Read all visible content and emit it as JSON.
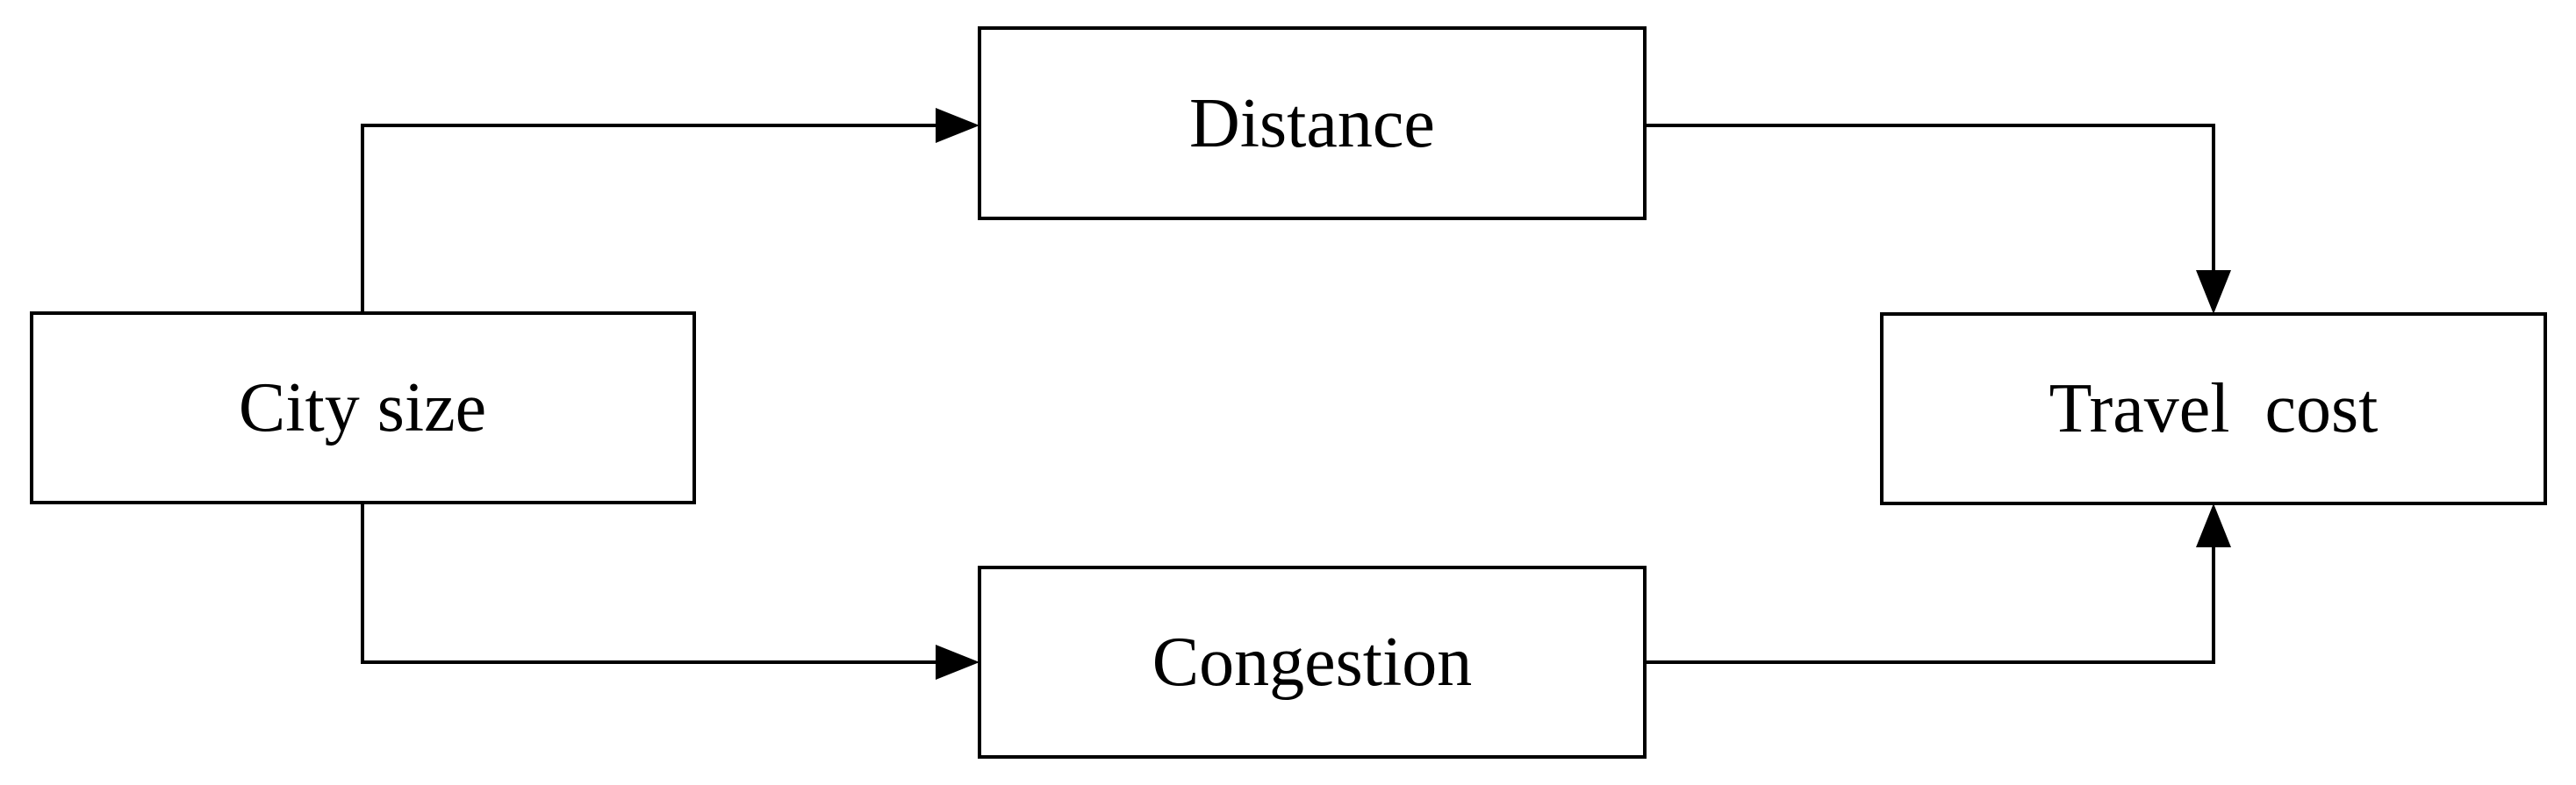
{
  "diagram": {
    "nodes": {
      "city_size": {
        "label": "City size"
      },
      "distance": {
        "label": "Distance"
      },
      "congestion": {
        "label": "Congestion"
      },
      "travel_cost": {
        "label": "Travel  cost"
      }
    },
    "edges": [
      {
        "from": "City size",
        "to": "Distance"
      },
      {
        "from": "City size",
        "to": "Congestion"
      },
      {
        "from": "Distance",
        "to": "Travel  cost"
      },
      {
        "from": "Congestion",
        "to": "Travel  cost"
      }
    ],
    "colors": {
      "stroke": "#000000",
      "fill": "#ffffff",
      "text": "#000000"
    }
  }
}
